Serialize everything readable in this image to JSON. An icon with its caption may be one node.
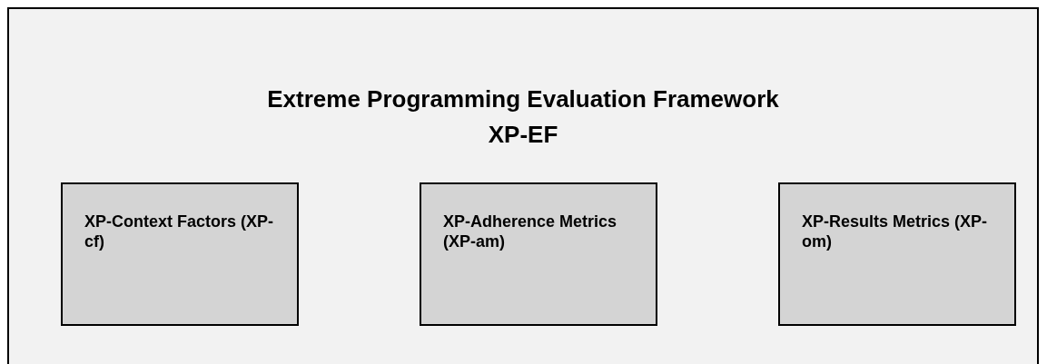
{
  "diagram": {
    "nodes": [
      {
        "text": [
          "Extreme Programming Evaluation Framework",
          "XP-EF"
        ]
      },
      {
        "text": [
          "XP-Context Factors (XP-cf)"
        ],
        "in": 0
      },
      {
        "text": [
          "XP-Adherence Metrics (XP-am)"
        ],
        "in": 0
      },
      {
        "text": [
          "XP-Results Metrics (XP-om)"
        ],
        "in": 0
      }
    ]
  }
}
